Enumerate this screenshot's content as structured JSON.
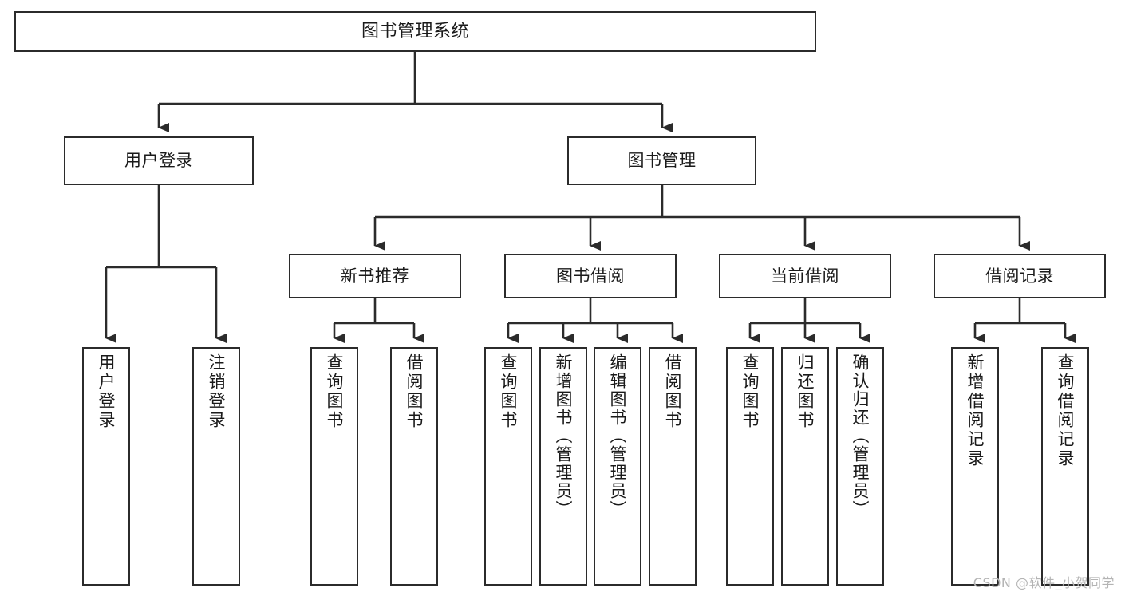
{
  "diagram": {
    "title_node": {
      "id": "root",
      "label": "图书管理系统"
    },
    "level1": [
      {
        "id": "user-login",
        "label": "用户登录"
      },
      {
        "id": "book-manage",
        "label": "图书管理"
      }
    ],
    "level2": [
      {
        "id": "new-book-rec",
        "label": "新书推荐"
      },
      {
        "id": "book-borrow",
        "label": "图书借阅"
      },
      {
        "id": "current-borrow",
        "label": "当前借阅"
      },
      {
        "id": "borrow-record",
        "label": "借阅记录"
      }
    ],
    "leaves": {
      "user_login": [
        {
          "id": "leaf-user-login",
          "label": "用户登录"
        },
        {
          "id": "leaf-logout",
          "label": "注销登录"
        }
      ],
      "new_book_rec": [
        {
          "id": "leaf-query-book-1",
          "label": "查询图书"
        },
        {
          "id": "leaf-borrow-book-1",
          "label": "借阅图书"
        }
      ],
      "book_borrow": [
        {
          "id": "leaf-query-book-2",
          "label": "查询图书"
        },
        {
          "id": "leaf-add-book",
          "label": "新增图书（管理员）"
        },
        {
          "id": "leaf-edit-book",
          "label": "编辑图书（管理员）"
        },
        {
          "id": "leaf-borrow-book-2",
          "label": "借阅图书"
        }
      ],
      "current_borrow": [
        {
          "id": "leaf-query-book-3",
          "label": "查询图书"
        },
        {
          "id": "leaf-return-book",
          "label": "归还图书"
        },
        {
          "id": "leaf-confirm-return",
          "label": "确认归还（管理员）"
        }
      ],
      "borrow_record": [
        {
          "id": "leaf-add-record",
          "label": "新增借阅记录"
        },
        {
          "id": "leaf-query-record",
          "label": "查询借阅记录"
        }
      ]
    }
  },
  "watermark": {
    "text": "CSDN @软件_小贺同学"
  },
  "colors": {
    "stroke": "#2b2b2b",
    "fill": "#ffffff",
    "text": "#1a1a1a",
    "watermark": "#b4b4b4"
  }
}
